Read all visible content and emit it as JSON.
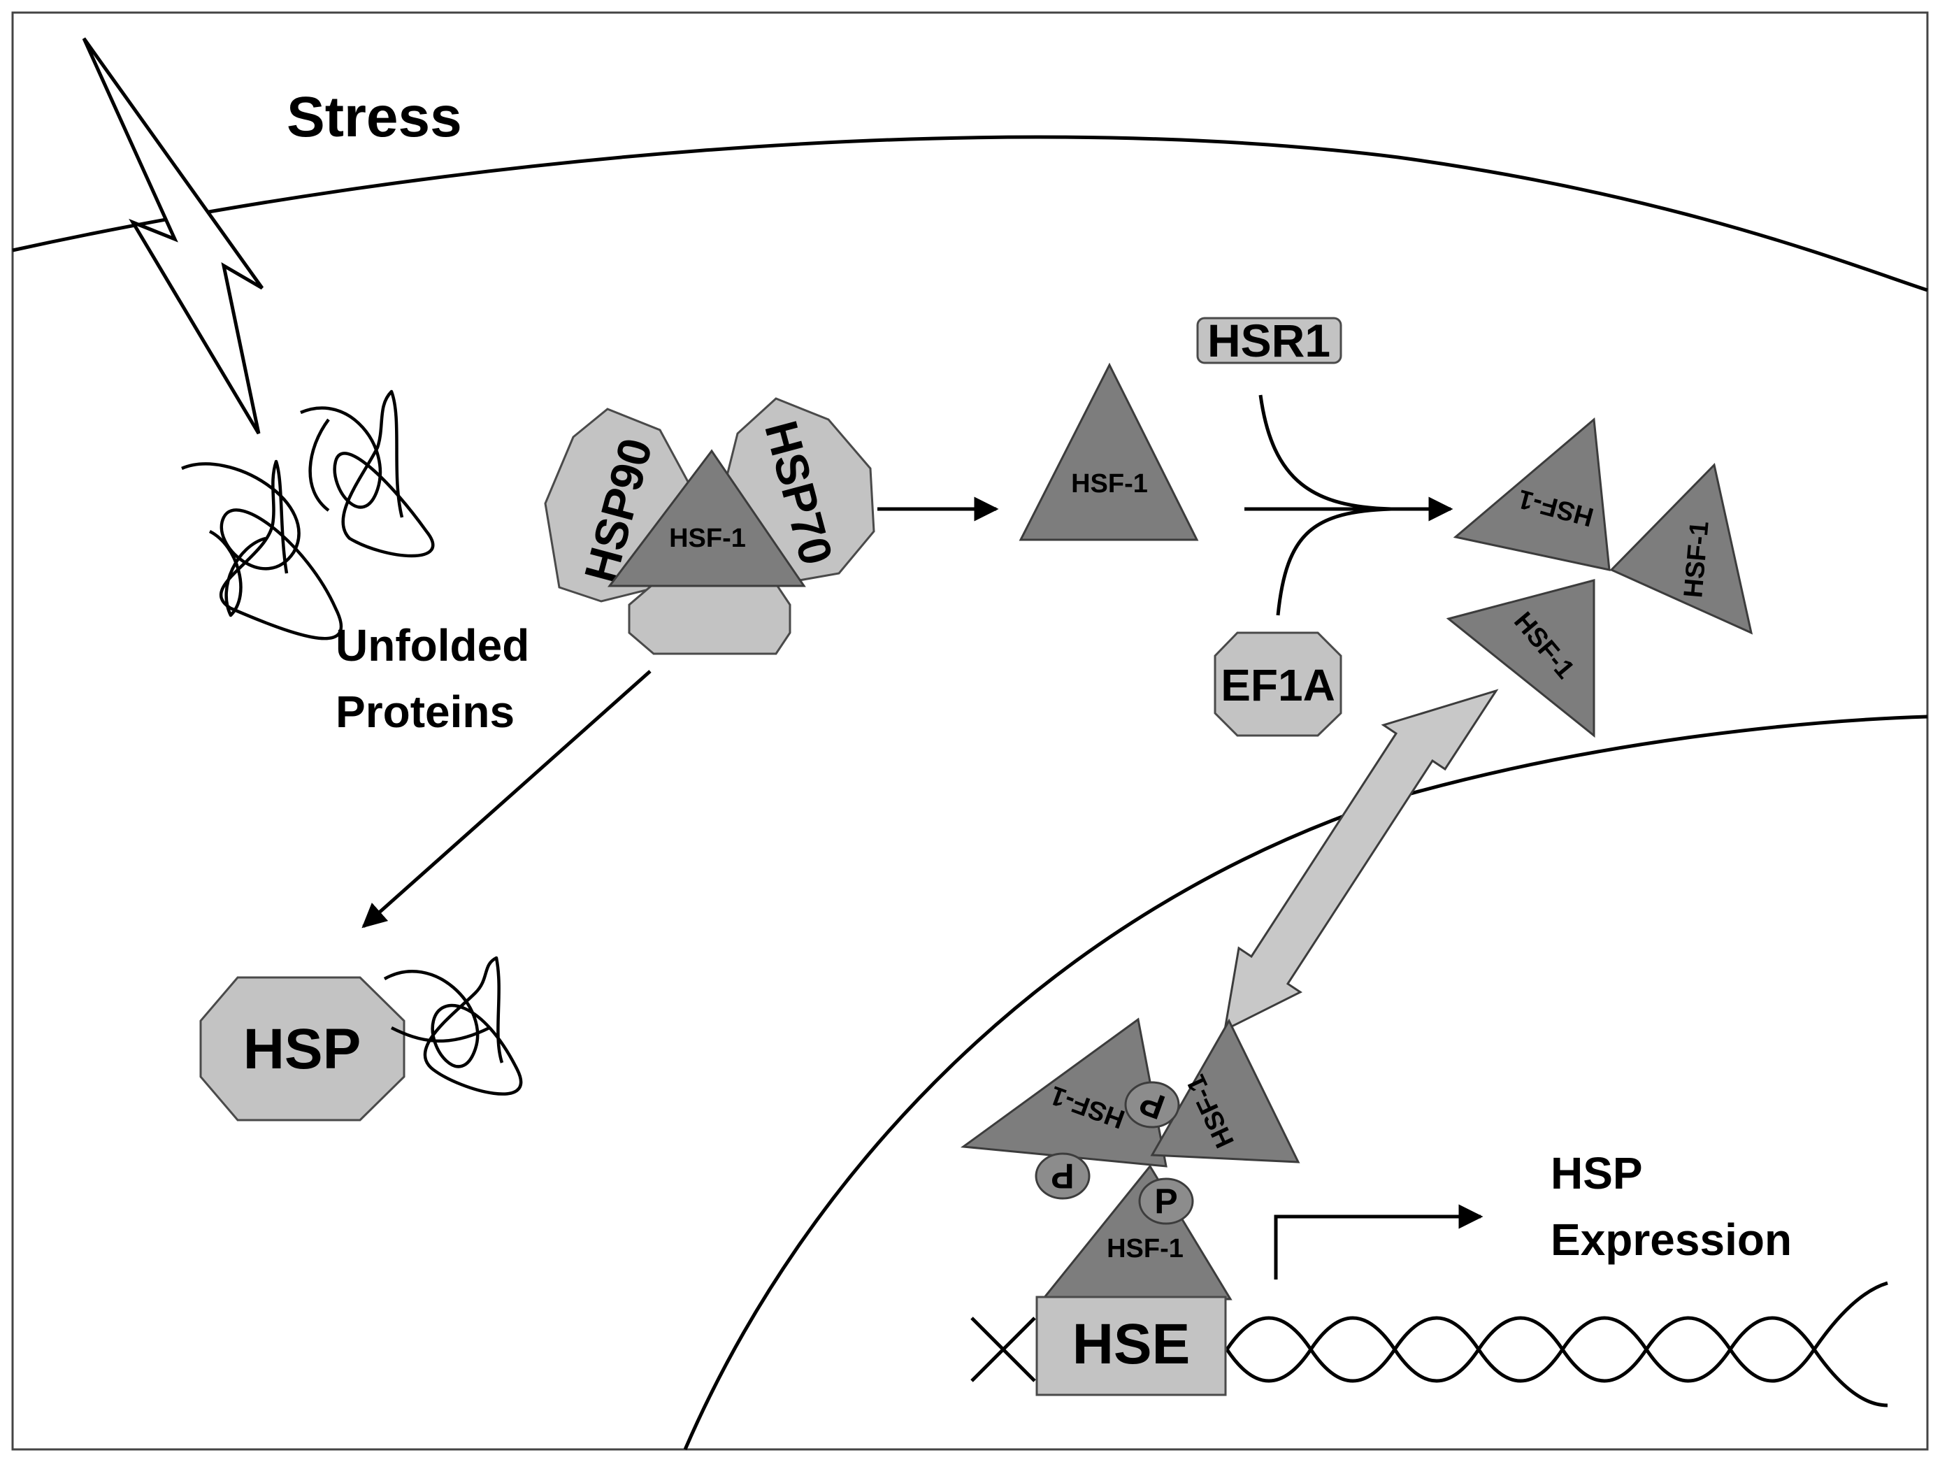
{
  "labels": {
    "stress": "Stress",
    "unfolded_line1": "Unfolded",
    "unfolded_line2": "Proteins",
    "hsp90": "HSP90",
    "hsp70": "HSP70",
    "hsf1": "HSF-1",
    "hsr1": "HSR1",
    "ef1a": "EF1A",
    "hsp": "HSP",
    "p": "P",
    "hse": "HSE",
    "expression_line1": "HSP",
    "expression_line2": "Expression"
  },
  "colors": {
    "triangle_fill": "#7d7d7d",
    "octagon_fill": "#c3c3c3",
    "phospho_fill": "#8c8c8c",
    "double_arrow_fill": "#c8c8c8",
    "line": "#000000"
  }
}
